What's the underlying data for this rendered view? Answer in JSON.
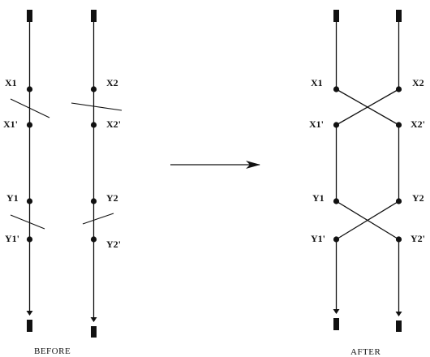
{
  "colors": {
    "ink": "#111111",
    "background": "#ffffff"
  },
  "before": {
    "caption": "BEFORE",
    "left_strand": {
      "x1_label": "X1",
      "x1p_label": "X1'",
      "y1_label": "Y1",
      "y1p_label": "Y1'"
    },
    "right_strand": {
      "x2_label": "X2",
      "x2p_label": "X2'",
      "y2_label": "Y2",
      "y2p_label": "Y2'"
    }
  },
  "after": {
    "caption": "AFTER",
    "left_strand": {
      "x1_label": "X1",
      "x1p_label": "X1'",
      "y1_label": "Y1",
      "y1p_label": "Y1'"
    },
    "right_strand": {
      "x2_label": "X2",
      "x2p_label": "X2'",
      "y2_label": "Y2",
      "y2p_label": "Y2'"
    }
  },
  "transition_arrow": "right-arrow"
}
